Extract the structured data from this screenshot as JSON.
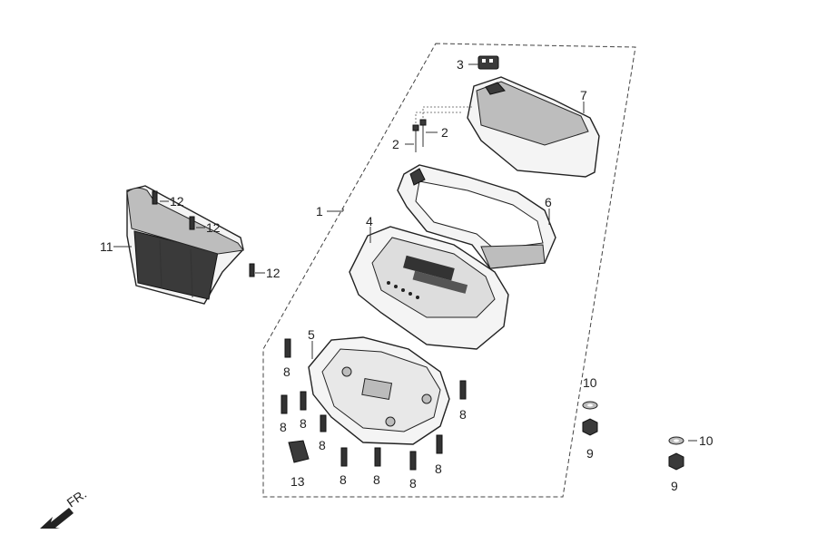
{
  "labels": [
    {
      "key": "p1",
      "text": "1"
    },
    {
      "key": "p2a",
      "text": "2"
    },
    {
      "key": "p2b",
      "text": "2"
    },
    {
      "key": "p3",
      "text": "3"
    },
    {
      "key": "p4",
      "text": "4"
    },
    {
      "key": "p5",
      "text": "5"
    },
    {
      "key": "p6",
      "text": "6"
    },
    {
      "key": "p7",
      "text": "7"
    },
    {
      "key": "p8",
      "text": "8"
    },
    {
      "key": "p9",
      "text": "9"
    },
    {
      "key": "p10",
      "text": "10"
    },
    {
      "key": "p11",
      "text": "11"
    },
    {
      "key": "p12",
      "text": "12"
    },
    {
      "key": "p13",
      "text": "13"
    }
  ],
  "direction_label": "FR."
}
